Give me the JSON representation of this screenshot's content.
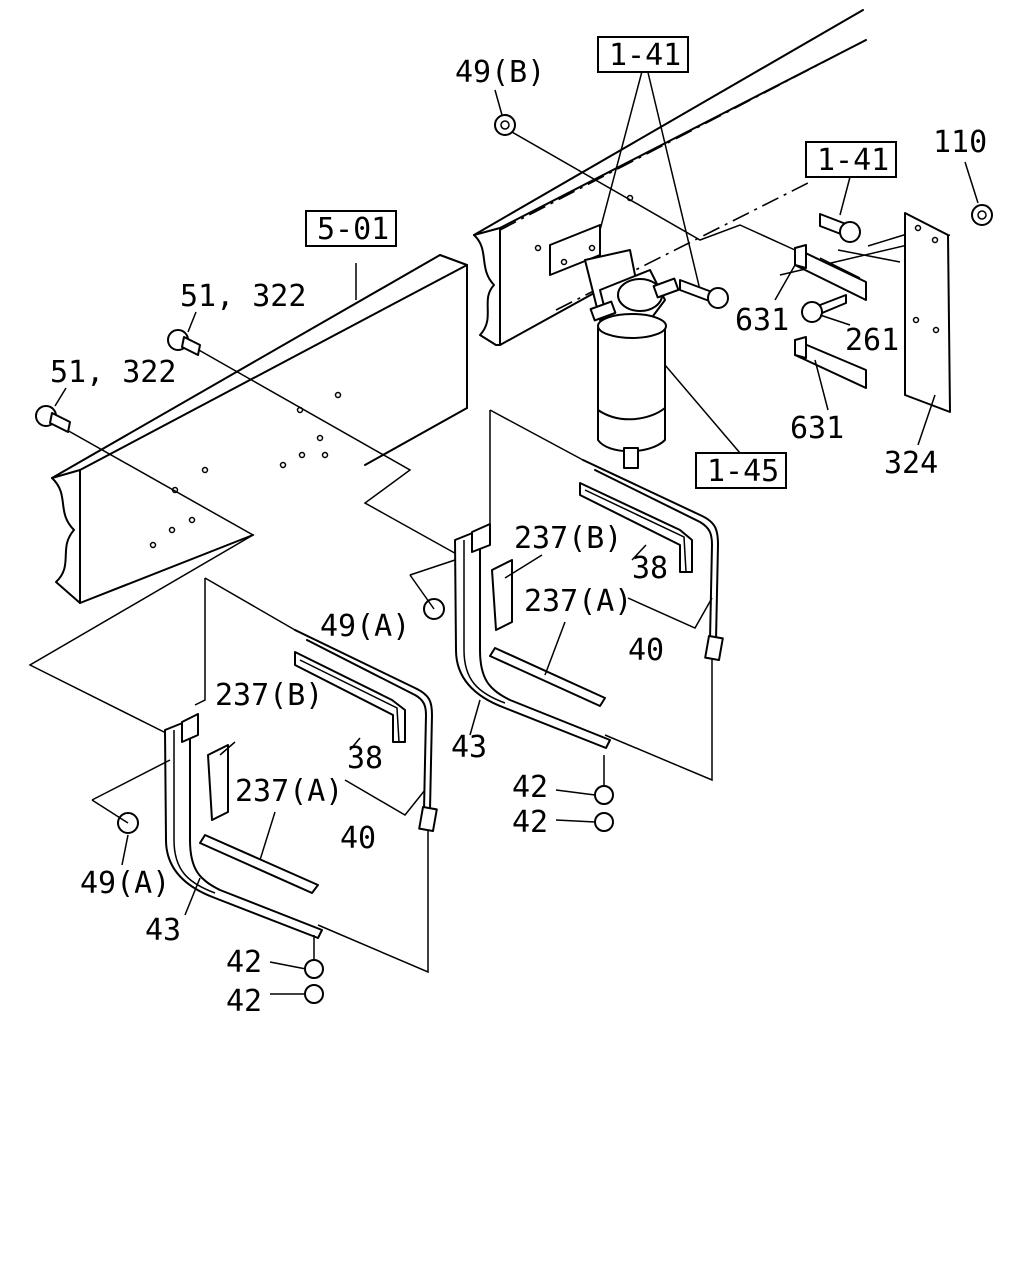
{
  "callouts": {
    "ref_1_41_top": "1-41",
    "ref_1_41_right": "1-41",
    "ref_5_01": "5-01",
    "ref_1_45": "1-45",
    "nut_49b": "49(B)",
    "nut_110": "110",
    "bolt_51_322_a": "51, 322",
    "bolt_51_322_b": "51, 322",
    "bracket_631_a": "631",
    "bracket_631_b": "631",
    "bolt_261": "261",
    "plate_324": "324",
    "upper": {
      "pad_237b": "237(B)",
      "pad_237a": "237(A)",
      "strap_38": "38",
      "strap_40": "40",
      "nut_49a": "49(A)",
      "bracket_43": "43",
      "nut_42_a": "42",
      "nut_42_b": "42"
    },
    "lower": {
      "pad_237b": "237(B)",
      "pad_237a": "237(A)",
      "strap_38": "38",
      "strap_40": "40",
      "nut_49a": "49(A)",
      "bracket_43": "43",
      "nut_42_a": "42",
      "nut_42_b": "42"
    }
  }
}
